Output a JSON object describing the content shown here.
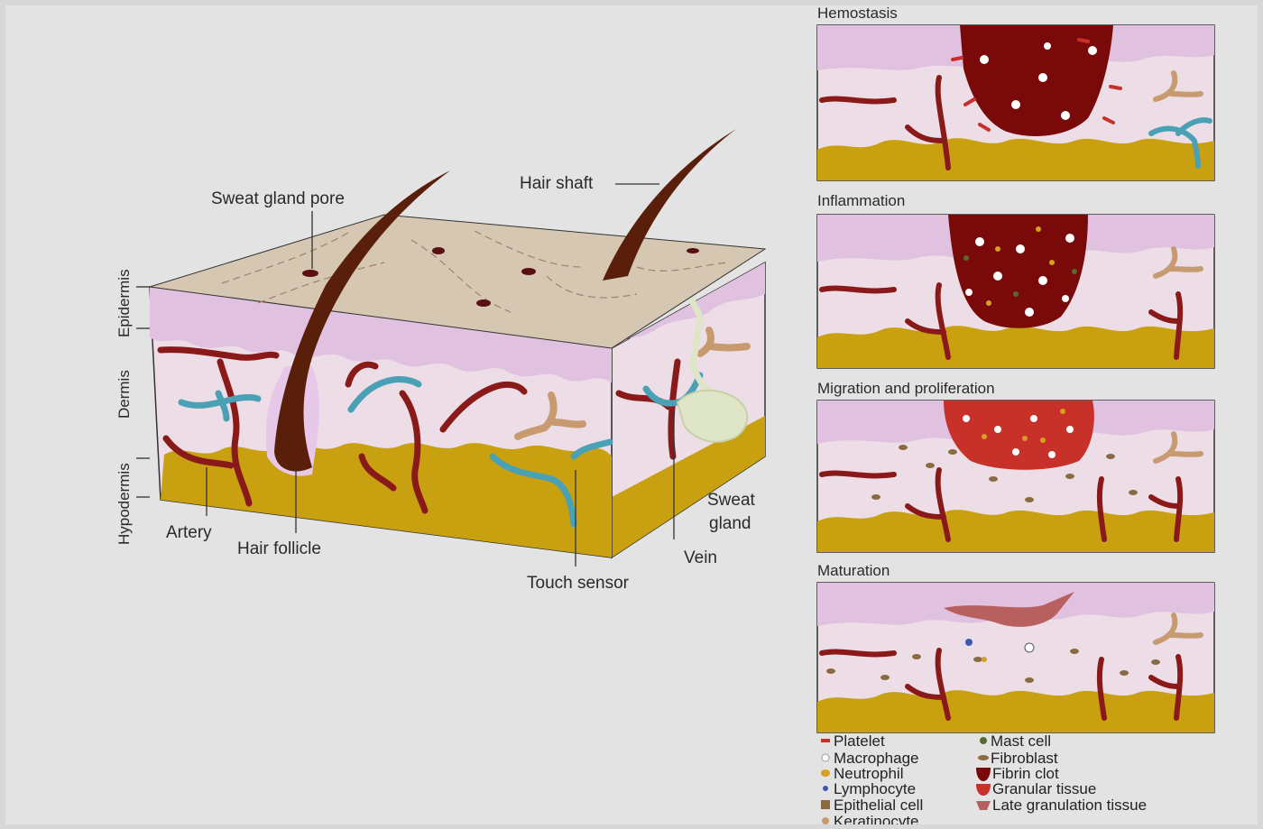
{
  "diagram": {
    "skin_labels": {
      "sweat_gland_pore": "Sweat gland pore",
      "hair_shaft": "Hair shaft",
      "epidermis": "Epidermis",
      "dermis": "Dermis",
      "hypodermis": "Hypodermis",
      "artery": "Artery",
      "hair_follicle": "Hair follicle",
      "touch_sensor": "Touch sensor",
      "vein": "Vein",
      "sweat_gland_line1": "Sweat",
      "sweat_gland_line2": "gland"
    },
    "stages": [
      {
        "title": "Hemostasis"
      },
      {
        "title": "Inflammation"
      },
      {
        "title": "Migration and proliferation"
      },
      {
        "title": "Maturation"
      }
    ],
    "legend": {
      "left": [
        "Platelet",
        "Macrophage",
        "Neutrophil",
        "Lymphocyte",
        "Epithelial cell",
        "Keratinocyte"
      ],
      "right": [
        "Mast cell",
        "Fibroblast",
        "Fibrin clot",
        "Granular tissue",
        "Late granulation tissue"
      ]
    },
    "colors": {
      "artery": "#8a1a1a",
      "vein": "#4aa0b4",
      "hair": "#5a1f0a",
      "fat": "#c9a010",
      "dermis": "#ecdde6",
      "epidermis": "#e0c2e0",
      "surface": "#d6c7b3",
      "fibrin": "#7a0a0a",
      "granular": "#c8302a",
      "scar": "#b86060",
      "sensor": "#c89a70"
    }
  }
}
